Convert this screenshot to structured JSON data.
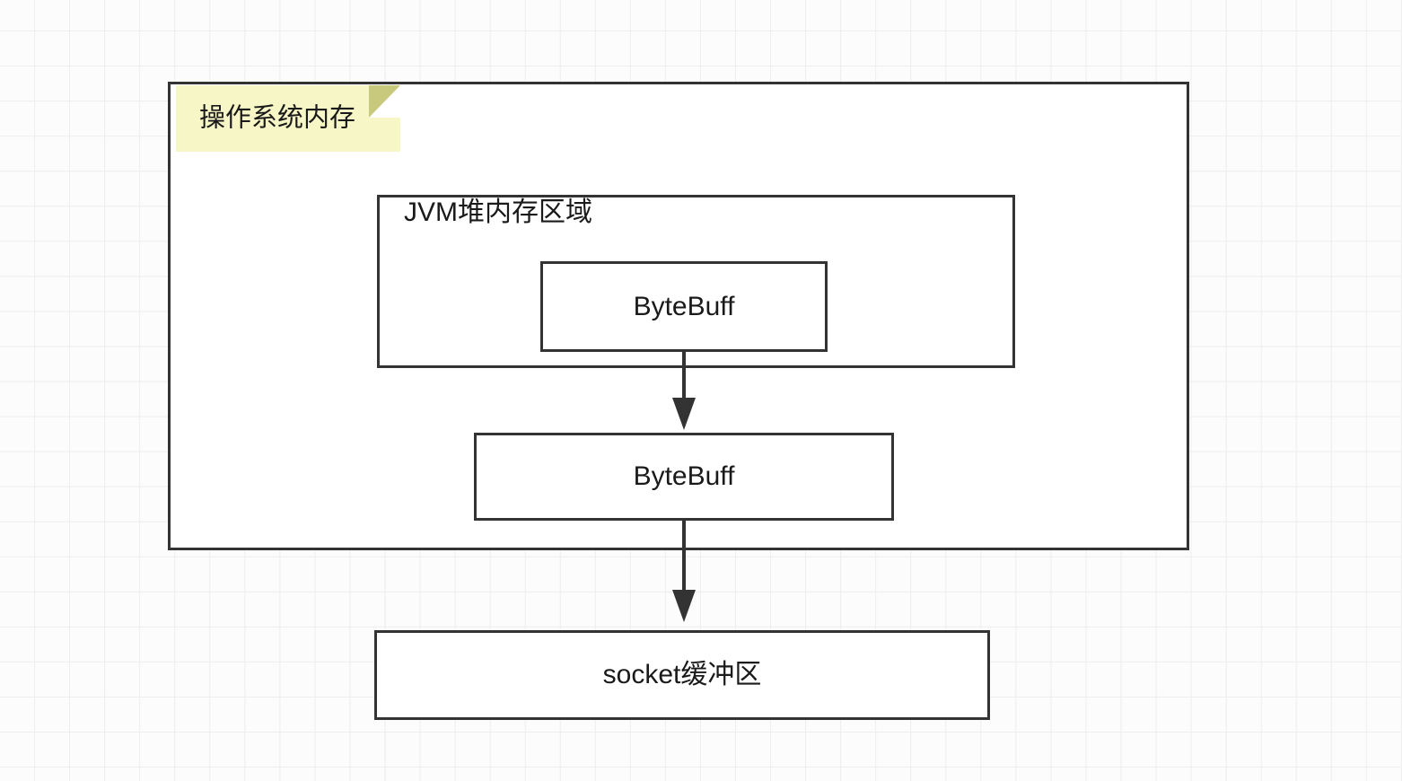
{
  "diagram": {
    "title_note": {
      "label": "操作系统内存",
      "icon": "note-fold-corner",
      "fill": "#f7f6c6",
      "fold_fill": "#c9c97e"
    },
    "stroke_color": "#333333",
    "background": {
      "color": "#fcfcfc",
      "grid_color": "#ededed",
      "grid_size": 39
    },
    "nodes": [
      {
        "id": "outer",
        "label": "操作系统内存",
        "kind": "container"
      },
      {
        "id": "jvm",
        "label": "JVM堆内存区域",
        "kind": "container"
      },
      {
        "id": "bytebuff-heap",
        "label": "ByteBuff",
        "kind": "box"
      },
      {
        "id": "bytebuff-direct",
        "label": "ByteBuff",
        "kind": "box"
      },
      {
        "id": "socket",
        "label": "socket缓冲区",
        "kind": "box"
      }
    ],
    "edges": [
      {
        "from": "bytebuff-heap",
        "to": "bytebuff-direct",
        "arrow": "down-arrow"
      },
      {
        "from": "bytebuff-direct",
        "to": "socket",
        "arrow": "down-arrow"
      }
    ]
  }
}
